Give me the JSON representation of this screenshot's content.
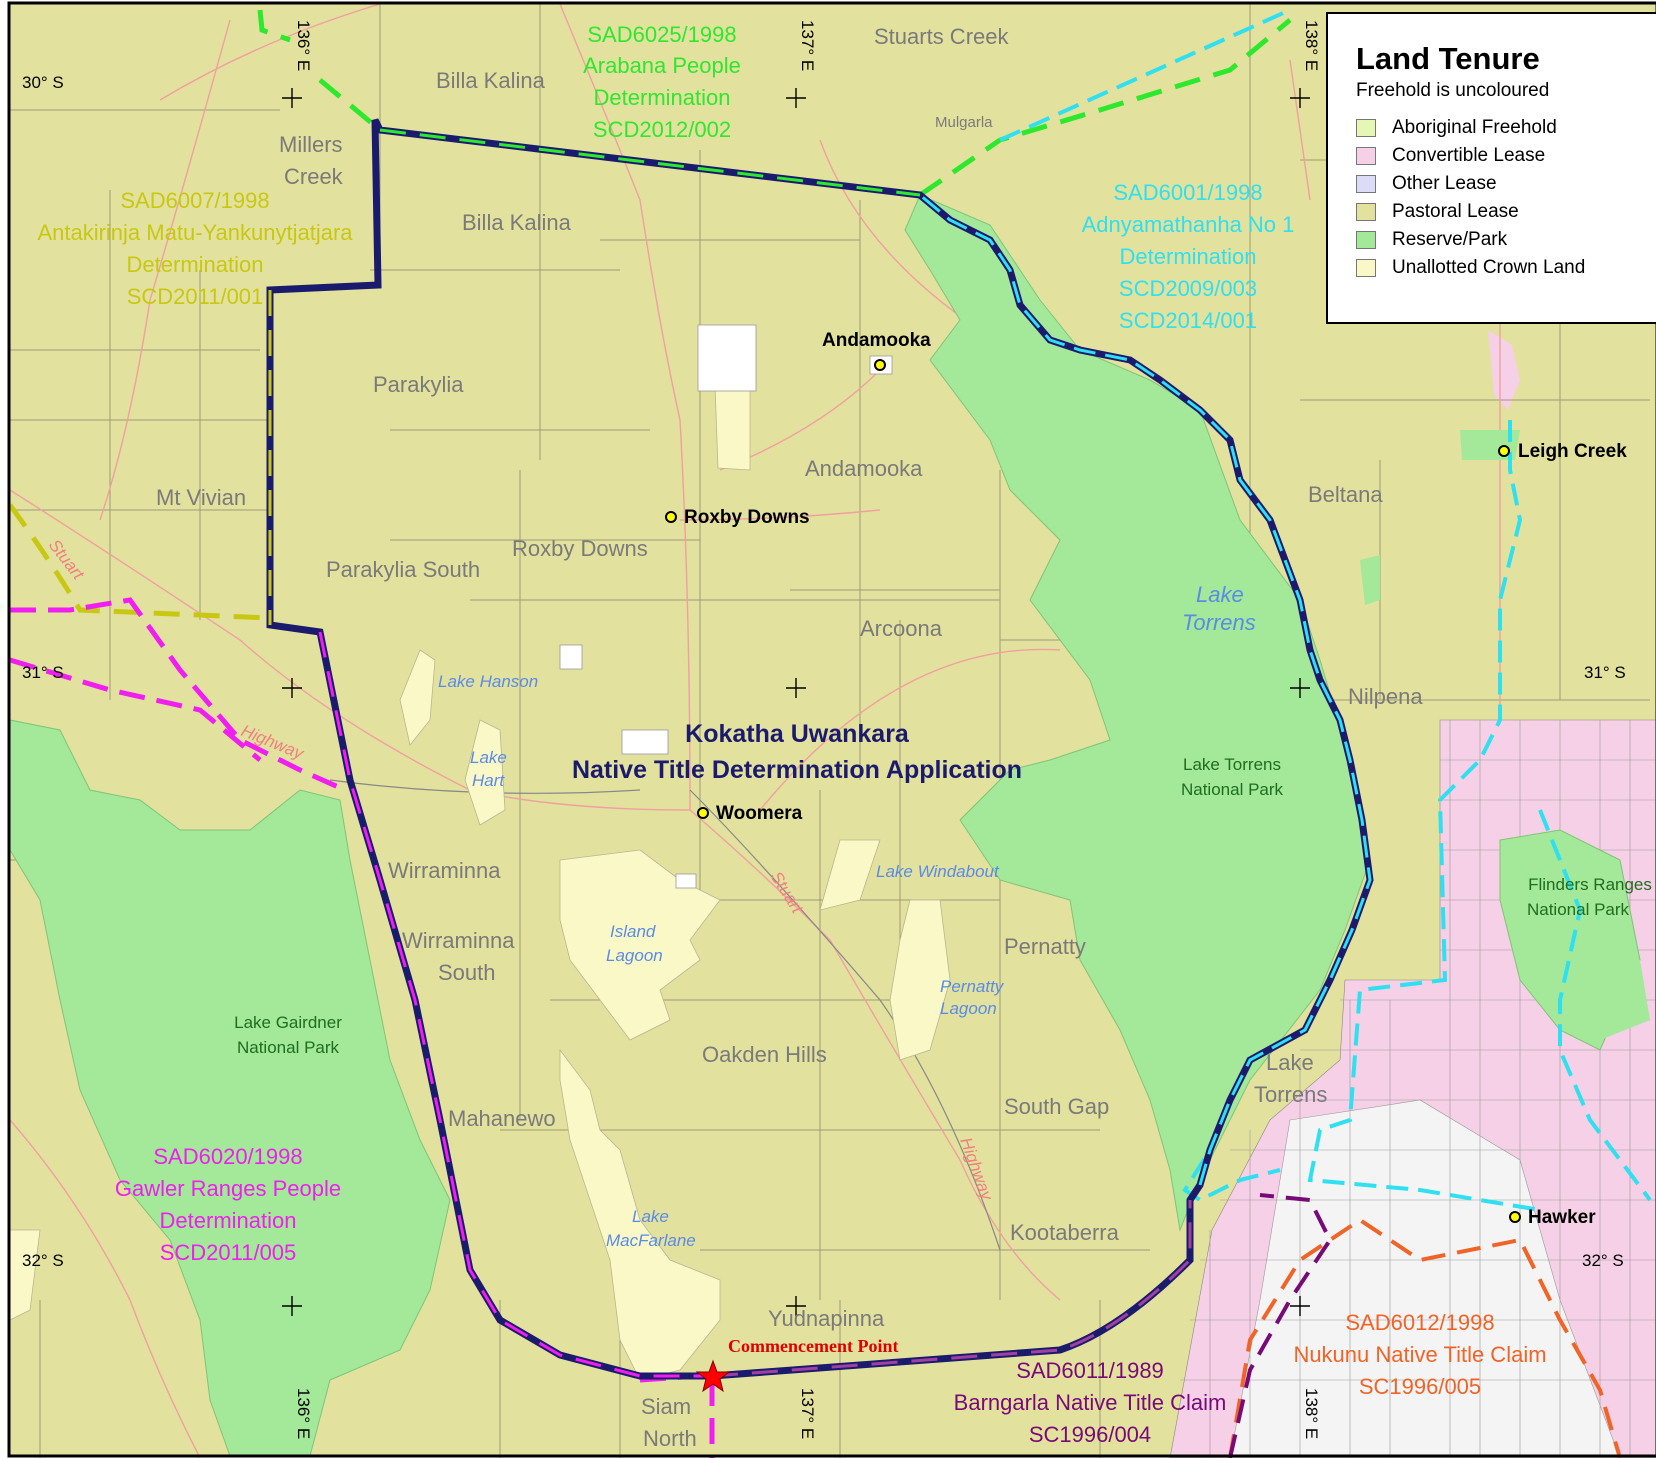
{
  "legend": {
    "title": "Land Tenure",
    "subtitle": "Freehold is uncoloured",
    "items": [
      {
        "label": "Aboriginal Freehold",
        "color": "#e6f7b4"
      },
      {
        "label": "Convertible Lease",
        "color": "#f6d0e6"
      },
      {
        "label": "Other Lease",
        "color": "#dcdcf6"
      },
      {
        "label": "Pastoral Lease",
        "color": "#e3e19e"
      },
      {
        "label": "Reserve/Park",
        "color": "#a4e89a"
      },
      {
        "label": "Unallotted Crown Land",
        "color": "#fbf8c8"
      }
    ]
  },
  "title": {
    "line1": "Kokatha Uwankara",
    "line2": "Native Title Determination Application"
  },
  "commencement": "Commencement Point",
  "grid": {
    "lat": [
      "30° S",
      "31° S",
      "31° S",
      "32° S",
      "32° S"
    ],
    "lon": [
      "136° E",
      "137° E",
      "138° E",
      "136° E",
      "137° E",
      "138° E"
    ]
  },
  "towns": [
    "Andamooka",
    "Roxby Downs",
    "Woomera",
    "Leigh Creek",
    "Hawker"
  ],
  "stations": [
    "Billa Kalina",
    "Billa Kalina",
    "Stuarts Creek",
    "Mulgarla",
    "Millers",
    "Creek",
    "Parakylia",
    "Mt Vivian",
    "Parakylia South",
    "Roxby Downs",
    "Andamooka",
    "Arcoona",
    "Beltana",
    "Nilpena",
    "Wirraminna",
    "Wirraminna",
    "South",
    "Pernatty",
    "Oakden Hills",
    "Mahanewo",
    "South Gap",
    "Lake",
    "Torrens",
    "Kootaberra",
    "Yudnapinna",
    "Siam",
    "North"
  ],
  "lakes": [
    "Lake Hanson",
    "Lake",
    "Hart",
    "Lake Windabout",
    "Island",
    "Lagoon",
    "Pernatty",
    "Lagoon",
    "Lake",
    "MacFarlane",
    "Lake",
    "Torrens"
  ],
  "parks": [
    "Lake Torrens",
    "National Park",
    "Lake Gairdner",
    "National Park",
    "Flinders Ranges",
    "National Park"
  ],
  "roads": [
    "Stuart",
    "Highway",
    "Stuart",
    "Highway"
  ],
  "claims": [
    {
      "lines": [
        "SAD6025/1998",
        "Arabana People",
        "Determination",
        "SCD2012/002"
      ],
      "color": "#2ee82e"
    },
    {
      "lines": [
        "SAD6007/1998",
        "Antakirinja Matu-Yankunytjatjara",
        "Determination",
        "SCD2011/001"
      ],
      "color": "#c8c814"
    },
    {
      "lines": [
        "SAD6001/1998",
        "Adnyamathanha No 1",
        "Determination",
        "SCD2009/003",
        "SCD2014/001"
      ],
      "color": "#2ee0f0"
    },
    {
      "lines": [
        "SAD6020/1998",
        "Gawler Ranges People",
        "Determination",
        "SCD2011/005"
      ],
      "color": "#f01ef0"
    },
    {
      "lines": [
        "SAD6012/1998",
        "Nukunu Native Title Claim",
        "SC1996/005"
      ],
      "color": "#f06428"
    },
    {
      "lines": [
        "SAD6011/1989",
        "Barngarla Native Title Claim",
        "SC1996/004"
      ],
      "color": "#780a78"
    }
  ]
}
